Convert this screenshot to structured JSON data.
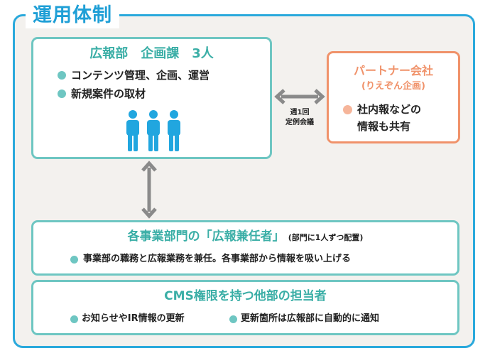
{
  "diagram": {
    "title": "運用体制",
    "pr_box": {
      "title": "広報部　企画課　3人",
      "bullets": [
        "コンテンツ管理、企画、運営",
        "新規案件の取材"
      ]
    },
    "partner_box": {
      "title": "パートナー会社",
      "subtitle": "(りえぞん企画)",
      "bullet_lines": [
        "社内報などの",
        "情報も共有"
      ]
    },
    "meeting": {
      "line1": "週1回",
      "line2": "定例会議"
    },
    "division_box": {
      "title_main": "各事業部門の「広報兼任者」",
      "title_note": "(部門に1人ずつ配置)",
      "bullet": "事業部の職務と広報業務を兼任。各事業部から情報を吸い上げる"
    },
    "cms_box": {
      "title": "CMS権限を持つ他部の担当者",
      "bullets": [
        "お知らせやIR情報の更新",
        "更新箇所は広報部に自動的に通知"
      ]
    },
    "colors": {
      "frame": "#2aa9dc",
      "teal": "#6ec6c2",
      "teal_text": "#3aaea6",
      "orange": "#f0926a",
      "orange_dot": "#f6b59a",
      "person": "#21a6df",
      "arrow": "#8a8a8a",
      "background": "#f3f1ee"
    }
  }
}
